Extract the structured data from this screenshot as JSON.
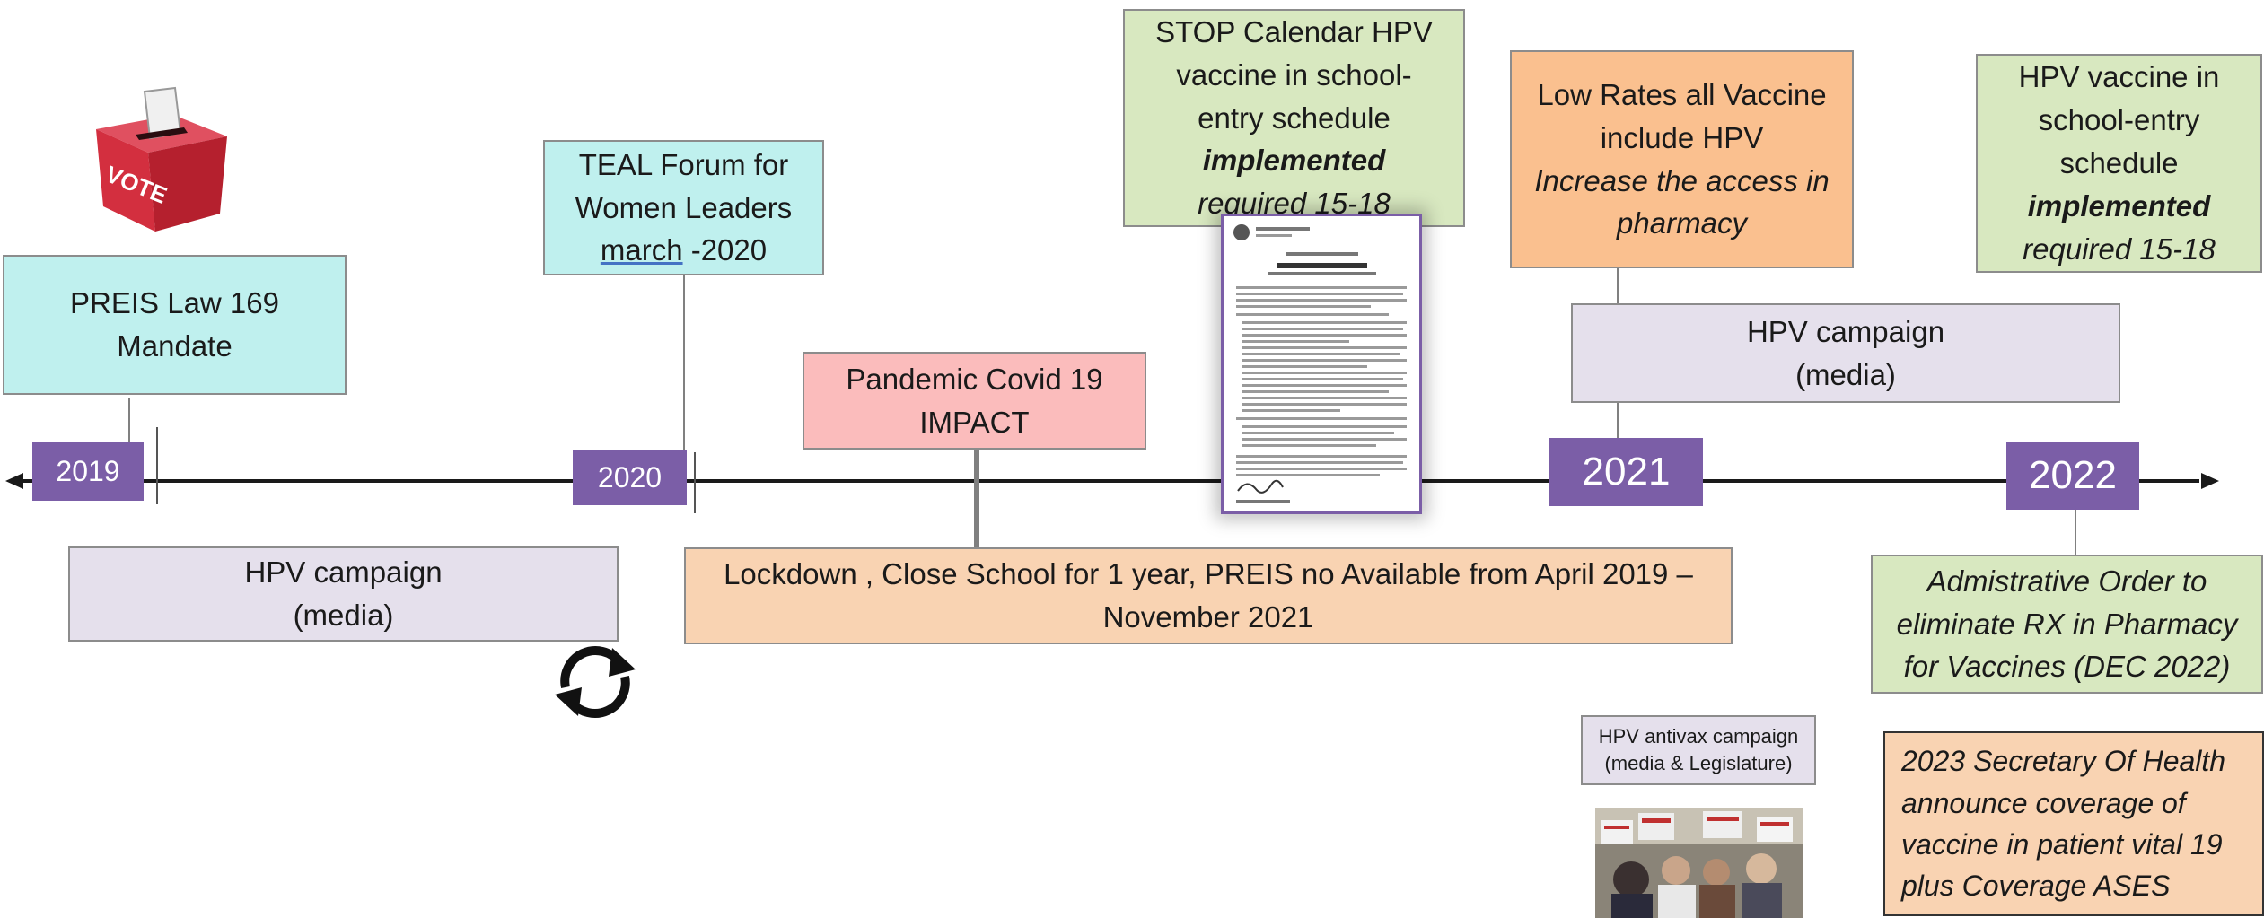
{
  "years": [
    "2019",
    "2020",
    "2021",
    "2022"
  ],
  "events": {
    "preis_law": [
      "PREIS Law  169",
      "Mandate"
    ],
    "teal_forum": {
      "l1": "TEAL Forum for",
      "l2": "Women Leaders",
      "month": "march",
      "year_suffix": " -2020"
    },
    "hpv_campaign_2019": [
      "HPV campaign",
      "(media)"
    ],
    "pandemic": [
      "Pandemic Covid 19",
      "IMPACT"
    ],
    "lockdown": [
      "Lockdown , Close School for 1 year, PREIS no Available from April 2019  –",
      "November 2021"
    ],
    "stop_calendar": {
      "l1": "STOP Calendar  HPV",
      "l2": "vaccine in school-",
      "l3": "entry schedule",
      "bold": "implemented",
      "italic": "required 15-18"
    },
    "low_rates": {
      "l1": "Low Rates all Vaccine",
      "l2": "include HPV",
      "i1": "Increase the access in",
      "i2": "pharmacy"
    },
    "hpv_campaign_2021": [
      "HPV campaign",
      "(media)"
    ],
    "hpv_school_2022": {
      "l1": "HPV vaccine in",
      "l2": "school-entry",
      "l3": "schedule",
      "bold": "implemented",
      "italic": "required 15-18"
    },
    "admin_order": [
      "Admistrative Order to",
      "eliminate RX in Pharmacy",
      "for Vaccines (DEC 2022)"
    ],
    "antivax": [
      "HPV antivax campaign",
      "(media & Legislature)"
    ],
    "secretary_2023": [
      "2023 Secretary Of Health",
      "announce coverage of",
      "vaccine in patient vital 19",
      "plus Coverage ASES"
    ]
  },
  "images": {
    "ballot_label": "VOTE"
  },
  "icons": [
    "vote-ballot-box-icon",
    "refresh-cycle-icon",
    "document-thumbnail",
    "protest-photo"
  ],
  "colors": {
    "year_badge": "#7b5ea7",
    "teal": "#bff0ee",
    "lavender": "#e5e0ec",
    "pink": "#fbbcbc",
    "green": "#d8e8c0",
    "orange": "#fac08f",
    "peach": "#f9d3b2"
  }
}
